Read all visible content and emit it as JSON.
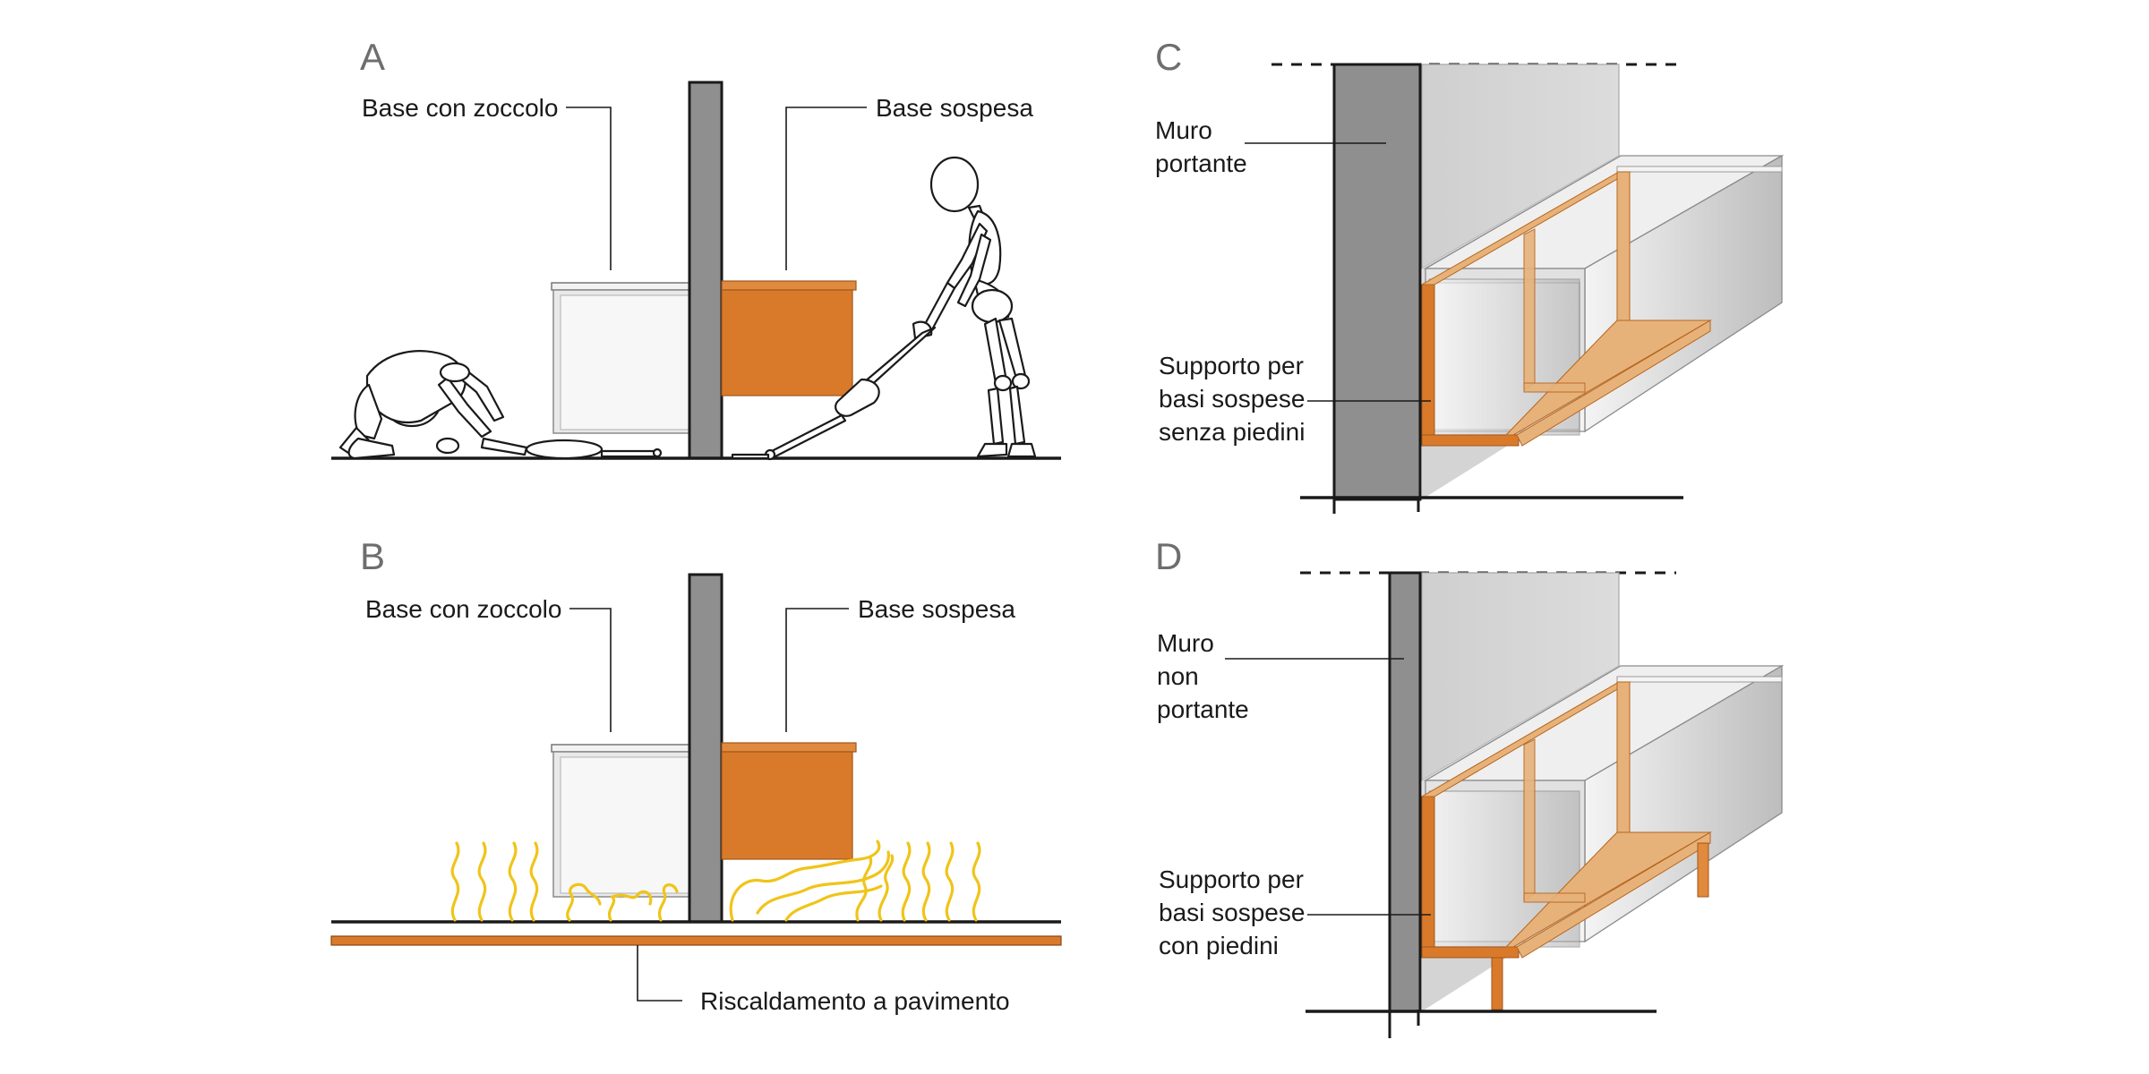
{
  "panels": [
    {
      "id": "A",
      "letter": "A",
      "labels": {
        "left": "Base con zoccolo",
        "right": "Base sospesa"
      }
    },
    {
      "id": "B",
      "letter": "B",
      "labels": {
        "left": "Base con zoccolo",
        "right": "Base sospesa",
        "bottom": "Riscaldamento a pavimento"
      }
    },
    {
      "id": "C",
      "letter": "C",
      "wall_label": [
        "Muro",
        "portante"
      ],
      "support_label": [
        "Supporto per",
        "basi sospese",
        "senza piedini"
      ]
    },
    {
      "id": "D",
      "letter": "D",
      "wall_label": [
        "Muro",
        "non",
        "portante"
      ],
      "support_label": [
        "Supporto per",
        "basi sospese",
        "con piedini"
      ]
    }
  ],
  "colors": {
    "suspended_base": "#d97a2b",
    "plinth_base": "#e9e9e9",
    "wall_dark": "#8f8f8f",
    "wall_light": "#d6d6d6",
    "heating": "#d97a2b",
    "heat_waves": "#f0c419",
    "wood_frame": "#e7b27a"
  }
}
